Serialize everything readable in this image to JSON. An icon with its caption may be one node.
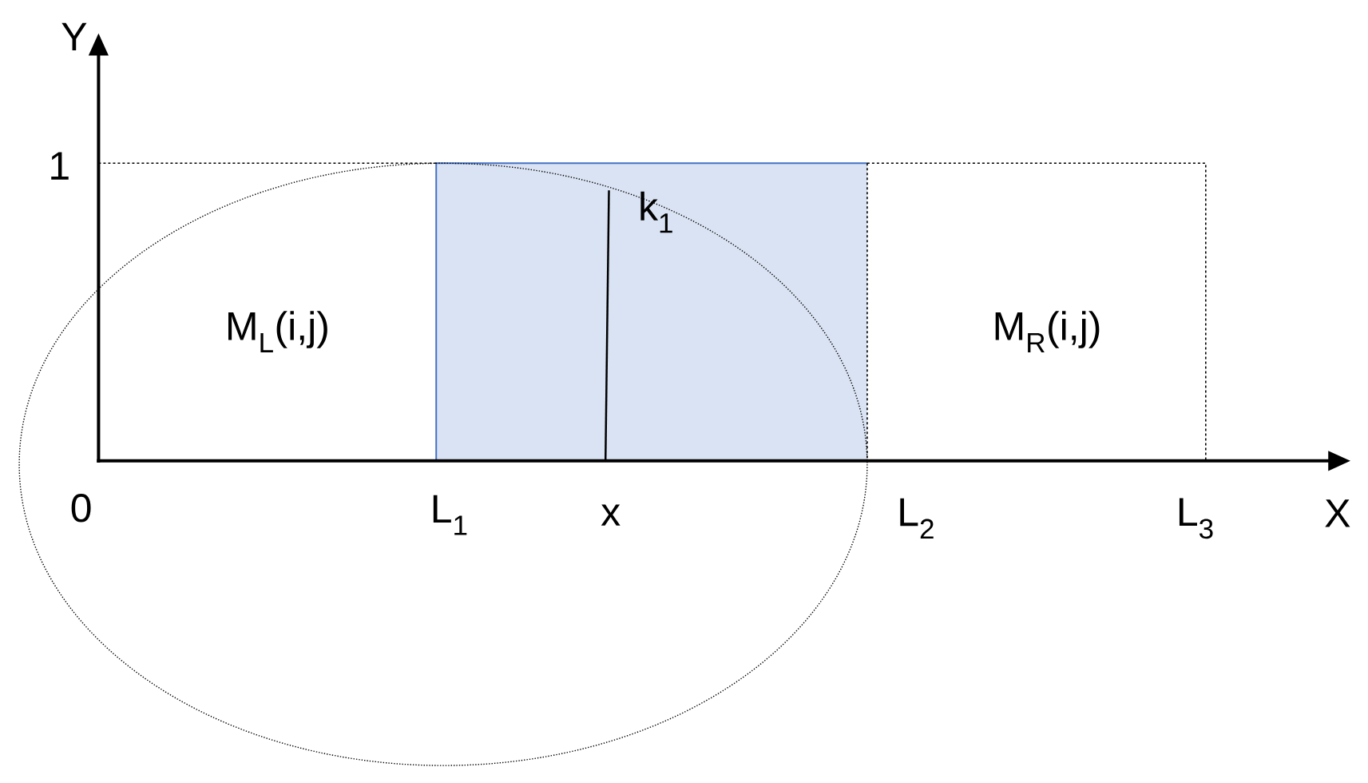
{
  "diagram": {
    "labels": [
      "Y",
      "1",
      "k$_{1}$",
      "M$_{L}$(i,j)",
      "M$_{R}$(i,j)",
      "0",
      "L$_{1}$",
      "x",
      "L$_{2}$",
      "L$_{3}$",
      "X"
    ]
  }
}
